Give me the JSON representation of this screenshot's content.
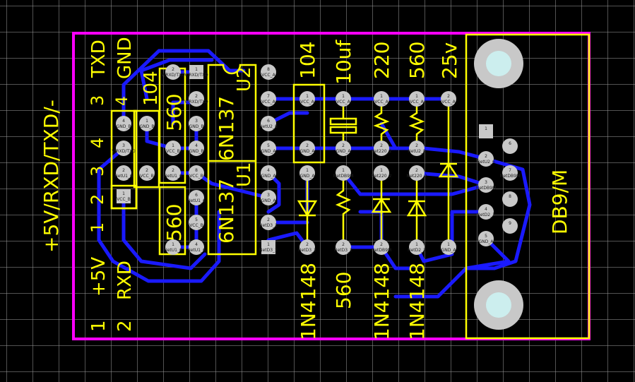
{
  "board": {
    "edge_color": "#ff00ff",
    "silk_color": "#ffff00",
    "trace_color": "#1a1aff",
    "pad_color": "#c8c8c8",
    "hole_color": "#cceeee",
    "grid_color": "#888888",
    "background": "#000000"
  },
  "labels": {
    "side_title": "+5V/RXD/TXD/-",
    "pin_1_left": "1",
    "pin_2_left": "2",
    "pin_3_left": "3",
    "pin_4_left": "4",
    "plus5v": "+5V",
    "rxd": "RXD",
    "gnd": "GND",
    "txd": "TXD",
    "pin_4_mid": "4",
    "pin_3_mid": "3",
    "pin_3_top": "3",
    "pin_1_bottom": "1",
    "pin_2_bottom": "2",
    "cap_104_left": "104",
    "res_560_top": "560",
    "res_560_bottom": "560",
    "ic_u2_ref": "U2",
    "ic_u2_part": "6N137",
    "ic_u1_ref": "U1",
    "ic_u1_part": "6N137",
    "cap_104_right": "104",
    "cap_10uf": "10uf",
    "res_220": "220",
    "res_560_right": "560",
    "cap_25v": "25v",
    "diode_1n4148_a": "1N4148",
    "res_560_vertical": "560",
    "diode_1n4148_b": "1N4148",
    "diode_1n4148_c": "1N4148",
    "connector": "DB9/M"
  },
  "pad_labels": {
    "vrxd_txd": "V/RXD/TXD",
    "vcc_a": "VCC_A",
    "vcc_b": "VCC_B",
    "gnd_a": "GND_A",
    "gnd_b": "GND_B",
    "netu1_6": "NetU1_6",
    "netu2_6": "NetU2_6",
    "netd3_2": "NetD3_2",
    "net220_2": "Net220_2",
    "netdb9m": "NetDB9M",
    "netd2_1": "NetD2_1",
    "netu2_8": "NetU2_8",
    "pin1": "1",
    "pin2": "2",
    "pin3": "3",
    "pin4": "4",
    "pin5": "5",
    "pin6": "6",
    "pin7": "7",
    "pin8": "8",
    "pin9": "9"
  }
}
